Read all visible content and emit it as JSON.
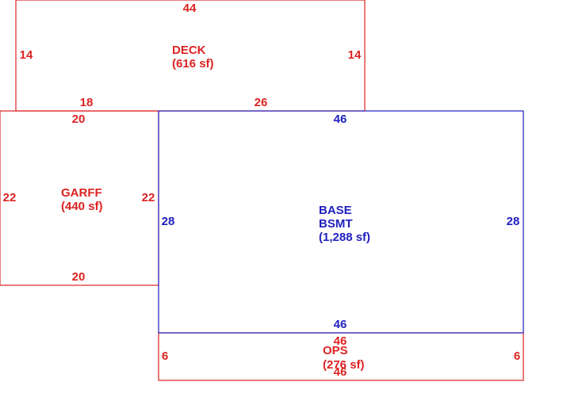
{
  "colors": {
    "red": "#dd2222",
    "blue": "#1f1fc0",
    "background": "#ffffff"
  },
  "areas": {
    "deck": {
      "name": "DECK",
      "area": "(616 sf)",
      "dims": {
        "top": "44",
        "left": "14",
        "right": "14",
        "bottom_a": "18",
        "bottom_b": "26"
      }
    },
    "garff": {
      "name": "GARFF",
      "area": "(440 sf)",
      "dims": {
        "top": "20",
        "left": "22",
        "right": "22",
        "bottom": "20"
      }
    },
    "base": {
      "name_line1": "BASE",
      "name_line2": "BSMT",
      "area": "(1,288 sf)",
      "dims": {
        "top": "46",
        "left": "28",
        "right": "28",
        "bottom": "46"
      }
    },
    "ops": {
      "name": "OPS",
      "area": "(276 sf)",
      "dims": {
        "top": "46",
        "left": "6",
        "right": "6",
        "bottom": "46"
      }
    }
  }
}
